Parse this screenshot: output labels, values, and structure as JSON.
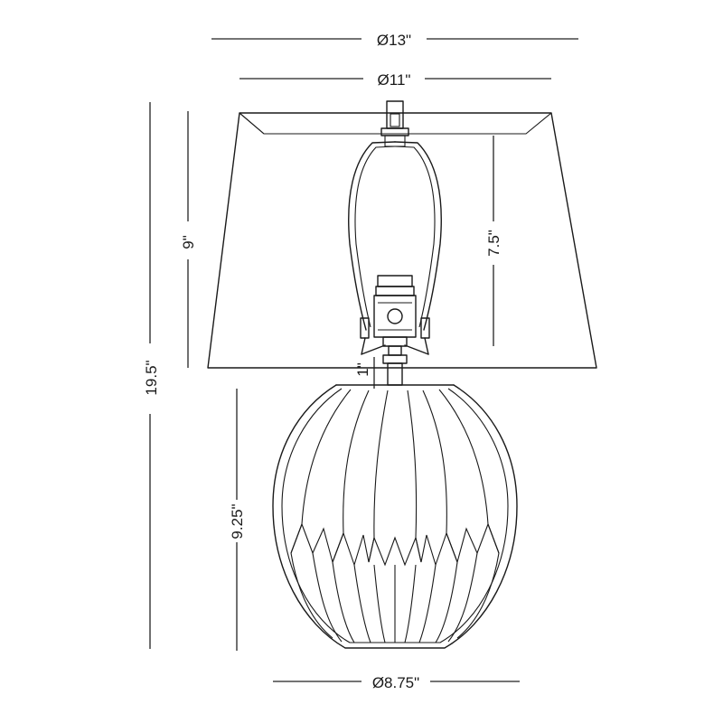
{
  "dimensions": {
    "shade_top_diameter": "Ø13\"",
    "shade_bottom_diameter": "Ø11\"",
    "overall_height": "19.5\"",
    "shade_height": "9\"",
    "harp_height": "7.5\"",
    "neck_height": "1\"",
    "base_height": "9.25\"",
    "base_diameter": "Ø8.75\""
  },
  "colors": {
    "line": "#1a1a1a",
    "background": "#ffffff"
  }
}
